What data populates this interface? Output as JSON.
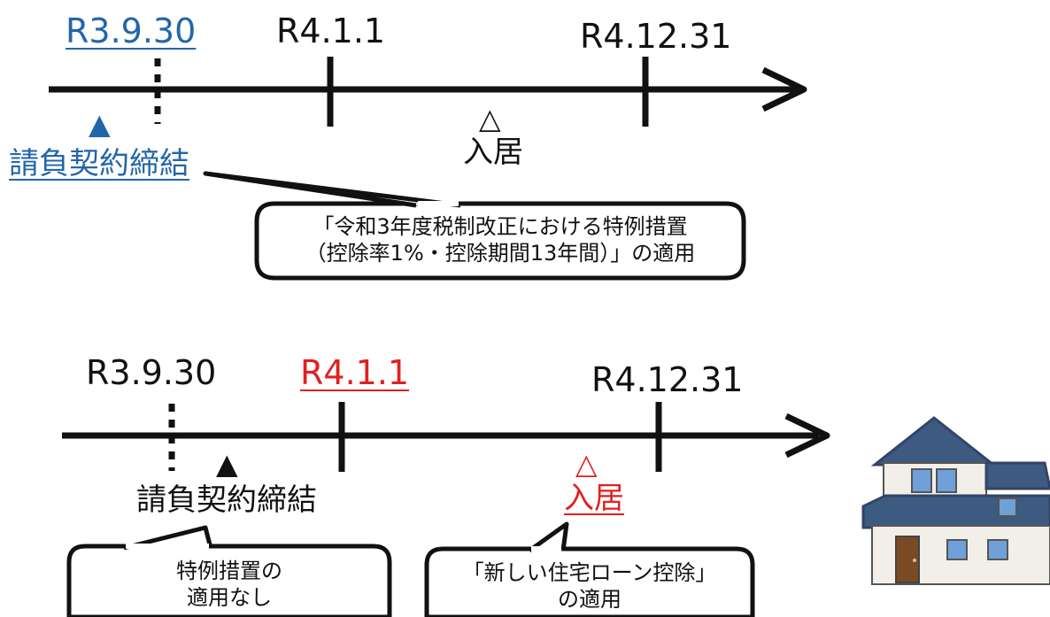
{
  "timeline_top": {
    "date_contract": "R3.9.30",
    "date_start": "R4.1.1",
    "date_end": "R4.12.31",
    "contract_marker": "▲",
    "contract_label": "請負契約締結",
    "movein_marker": "△",
    "movein_label": "入居",
    "callout_line1": "「令和3年度税制改正における特例措置",
    "callout_line2": "（控除率1%・控除期間13年間）」の適用",
    "contract_color": "#2266aa"
  },
  "timeline_bottom": {
    "date_contract": "R3.9.30",
    "date_start": "R4.1.1",
    "date_end": "R4.12.31",
    "contract_marker": "▲",
    "contract_label": "請負契約締結",
    "movein_marker": "△",
    "movein_label": "入居",
    "callout_left_line1": "特例措置の",
    "callout_left_line2": "適用なし",
    "callout_right_line1": "「新しい住宅ローン控除」",
    "callout_right_line2": "の適用",
    "highlight_color": "#e02020"
  }
}
